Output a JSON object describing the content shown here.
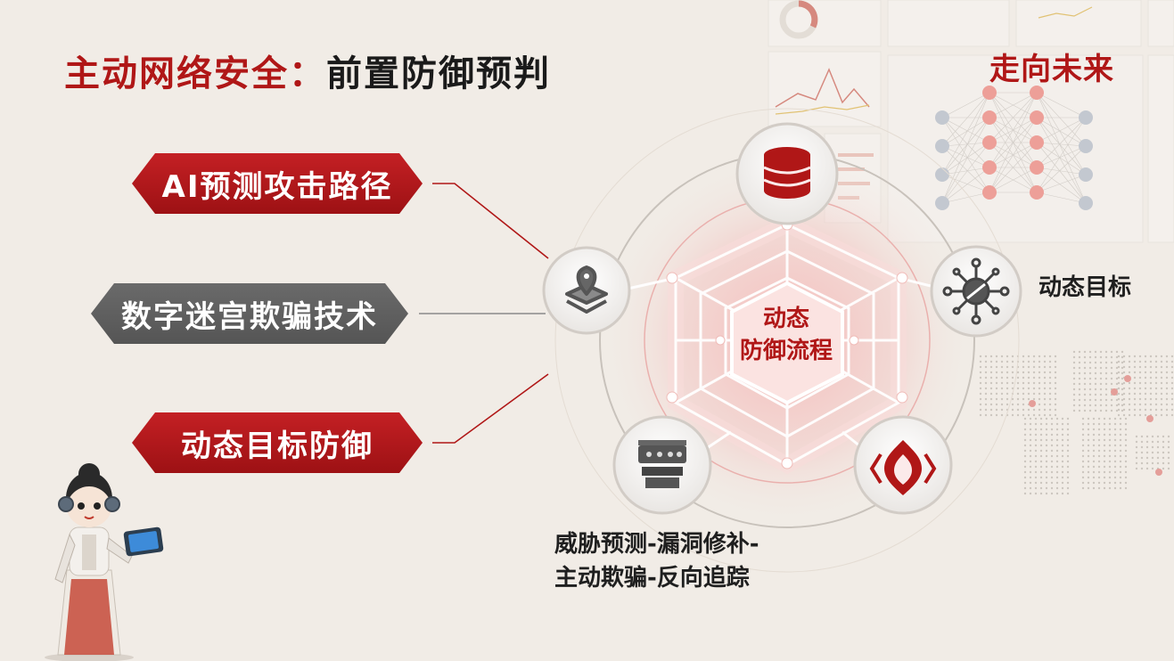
{
  "title": {
    "part1": "主动网络安全：",
    "part2": "前置防御预判"
  },
  "future_label": "走向未来",
  "banners": [
    {
      "label": "AI预测攻击路径",
      "color": "red"
    },
    {
      "label": "数字迷宫欺骗技术",
      "color": "gray"
    },
    {
      "label": "动态目标防御",
      "color": "red"
    }
  ],
  "hub": {
    "line1": "动态",
    "line2": "防御流程"
  },
  "nodes": {
    "top": {
      "icon": "database-icon"
    },
    "left": {
      "icon": "map-pin-layers-icon"
    },
    "right": {
      "icon": "network-target-icon",
      "label": "动态目标"
    },
    "bottom_left": {
      "icon": "server-device-icon"
    },
    "bottom_right": {
      "icon": "shield-emblem-icon"
    }
  },
  "flow_text": {
    "line1": "威胁预测-漏洞修补-",
    "line2": "主动欺骗-反向追踪"
  },
  "colors": {
    "accent": "#b01717",
    "banner_gray": "#5f5f5f",
    "background": "#f1ece6"
  }
}
